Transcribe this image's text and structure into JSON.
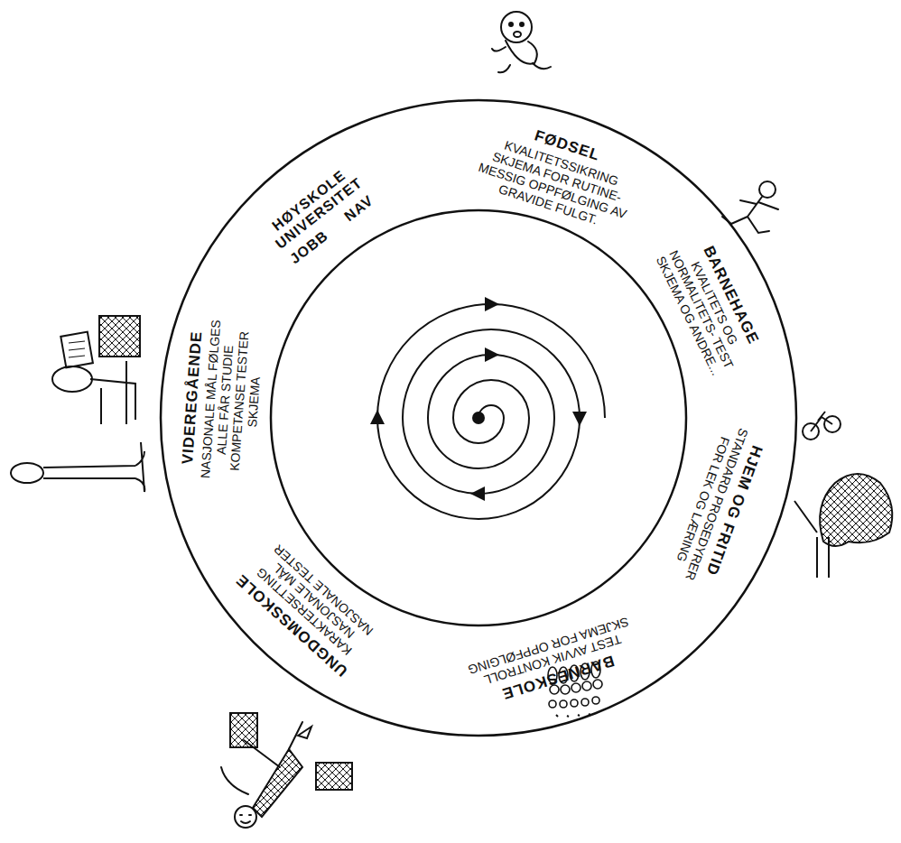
{
  "diagram": {
    "nodes": [
      {
        "text": [
          "FØDSEL",
          "KVALITETSSIKRING SKJEMA FOR RUTINE- MESSIG OPPFØLGING AV GRAVIDE FULGT."
        ]
      },
      {
        "text": [
          "BARNEHAGE",
          "KVALITETS OG NORMALITETS- TEST SKJEMA OG ANDRE..."
        ]
      },
      {
        "text": [
          "HJEM OG FRITID",
          "STANDARD PROSEDYRER FOR LEK OG LÆRING"
        ]
      },
      {
        "text": [
          "BARNESKOLE",
          "TEST AVVIK KONTROLL SKJEMA FOR OPPFØLGING"
        ]
      },
      {
        "text": [
          "UNGDOMSSKOLE",
          "KARAKTERSETTING NASJONALE MÅL NASJONALE TESTER"
        ]
      },
      {
        "text": [
          "VIDEREGÅENDE",
          "NASJONALE MÅL FØLGES ALLE FÅR STUDIE KOMPETANSE TESTER SKJEMA"
        ]
      },
      {
        "text": [
          "HØYSKOLE UNIVERSITET",
          "JOBB",
          "NAV"
        ]
      }
    ]
  }
}
